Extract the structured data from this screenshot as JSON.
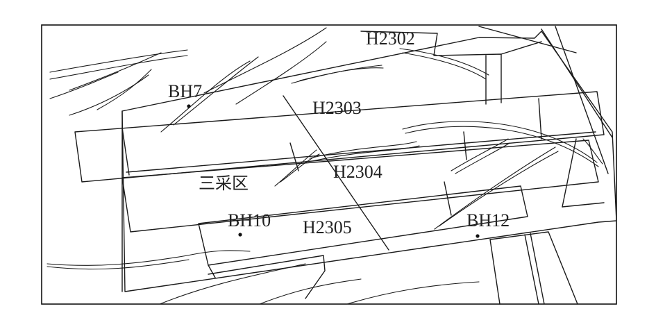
{
  "diagram": {
    "panels": [
      {
        "name": "H2302",
        "label": "H2302"
      },
      {
        "name": "H2303",
        "label": "H2303"
      },
      {
        "name": "H2304",
        "label": "H2304"
      },
      {
        "name": "H2305",
        "label": "H2305"
      }
    ],
    "boreholes": [
      {
        "name": "BH7",
        "label": "BH7"
      },
      {
        "name": "BH10",
        "label": "BH10"
      },
      {
        "name": "BH12",
        "label": "BH12"
      }
    ],
    "district_label": "三采区",
    "colors": {
      "line": "#1a1a1a",
      "background": "#ffffff",
      "text": "#222222"
    }
  }
}
